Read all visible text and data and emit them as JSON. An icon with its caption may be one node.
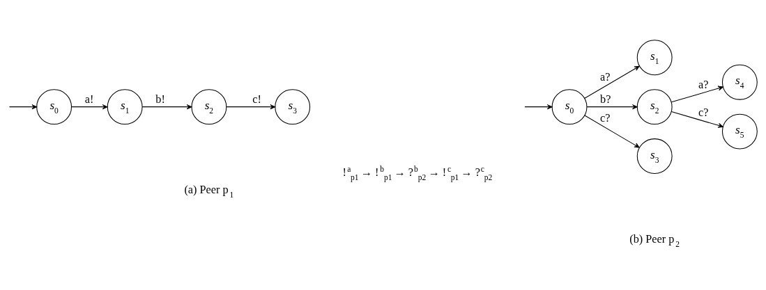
{
  "diagram": {
    "nodes": [
      {
        "text": [
          "s$_{0}$"
        ]
      },
      {
        "text": [
          "s$_{1}$"
        ]
      },
      {
        "text": [
          "s$_{2}$"
        ]
      },
      {
        "text": [
          "s$_{3}$"
        ]
      },
      {
        "text": [
          "s$_{0}$"
        ]
      },
      {
        "text": [
          "s$_{1}$"
        ]
      },
      {
        "text": [
          "s$_{2}$"
        ]
      },
      {
        "text": [
          "s$_{3}$"
        ]
      },
      {
        "text": [
          "s$_{4}$"
        ]
      },
      {
        "text": [
          "s$_{5}$"
        ]
      }
    ],
    "edges": [
      {
        "from": null,
        "to": 0,
        "arrow": "to"
      },
      {
        "from": 0,
        "to": 1,
        "arrow": "to",
        "label": "a!"
      },
      {
        "from": 1,
        "to": 2,
        "arrow": "to",
        "label": "b!"
      },
      {
        "from": 2,
        "to": 3,
        "arrow": "to",
        "label": "c!"
      },
      {
        "from": null,
        "to": 4,
        "arrow": "to"
      },
      {
        "from": 4,
        "to": 5,
        "arrow": "to",
        "label": "a?"
      },
      {
        "from": 4,
        "to": 6,
        "arrow": "to",
        "label": "b?"
      },
      {
        "from": 4,
        "to": 7,
        "arrow": "to",
        "label": "c?"
      },
      {
        "from": 6,
        "to": 8,
        "arrow": "to",
        "label": "a?"
      },
      {
        "from": 6,
        "to": 9,
        "arrow": "to",
        "label": "c?"
      }
    ],
    "labels": [
      "(a) Peer p$_{1}$",
      "(b) Peer p$_{2}$",
      "!$^{a}$$_{p1}$ → !$^{b}$$_{p1}$ → ?$^{b}$$_{p2}$ → !$^{c}$$_{p1}$ → ?$^{c}$$_{p2}$"
    ]
  }
}
